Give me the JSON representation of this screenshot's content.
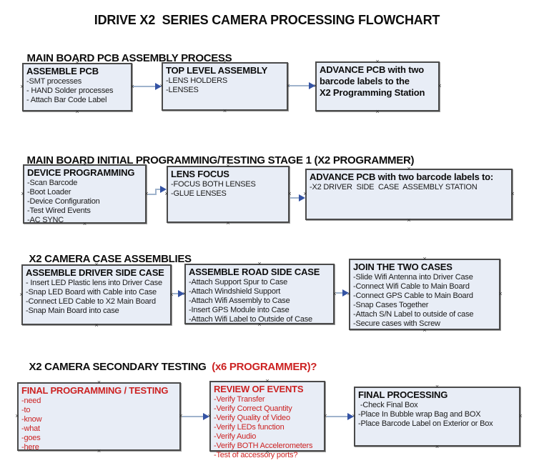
{
  "page_title": "IDRIVE X2  SERIES CAMERA PROCESSING FLOWCHART",
  "colors": {
    "accent_red": "#cc2222",
    "box_fill": "#e8edf6",
    "box_border": "#4a4a4a",
    "arrow_line": "#9fb3cc",
    "arrow_head": "#3453a4"
  },
  "sections": [
    {
      "heading": "MAIN BOARD PCB ASSEMBLY PROCESS",
      "heading_red": "",
      "boxes": [
        {
          "title": "ASSEMBLE PCB",
          "items": [
            "-SMT processes",
            "- HAND Solder processes",
            "- Attach Bar Code Label"
          ]
        },
        {
          "title": "TOP LEVEL ASSEMBLY",
          "items": [
            "-LENS HOLDERS",
            "-LENSES"
          ]
        },
        {
          "title": "ADVANCE PCB with two\nbarcode labels to the\nX2 Programming Station",
          "items": []
        }
      ]
    },
    {
      "heading": "MAIN BOARD INITIAL PROGRAMMING/TESTING STAGE 1 (X2 PROGRAMMER)",
      "heading_red": "",
      "boxes": [
        {
          "title": "DEVICE PROGRAMMING",
          "items": [
            "-Scan Barcode",
            "-Boot Loader",
            "-Device Configuration",
            "-Test Wired Events",
            "-AC SYNC"
          ]
        },
        {
          "title": "LENS FOCUS",
          "items": [
            "-FOCUS BOTH LENSES",
            "-GLUE LENSES"
          ]
        },
        {
          "title": "ADVANCE PCB with two barcode labels to:",
          "items": [
            "-X2 DRIVER  SIDE  CASE  ASSEMBLY STATION"
          ]
        }
      ]
    },
    {
      "heading": "X2 CAMERA CASE ASSEMBLIES",
      "heading_red": "",
      "boxes": [
        {
          "title": "ASSEMBLE DRIVER SIDE CASE",
          "items": [
            "- Insert LED Plastic lens into Driver Case",
            "-Snap LED Board with Cable into Case",
            "-Connect LED Cable to X2 Main Board",
            "-Snap Main Board into case"
          ]
        },
        {
          "title": "ASSEMBLE ROAD SIDE CASE",
          "items": [
            "-Attach Support Spur to Case",
            "-Attach Windshield Support",
            "-Attach Wifi Assembly to Case",
            "-Insert GPS Module into Case",
            "-Attach Wifi Label to Outside of Case"
          ]
        },
        {
          "title": "JOIN THE TWO CASES",
          "items": [
            "-Slide Wifi Antenna into Driver Case",
            "-Connect Wifi Cable to Main Board",
            "-Connect GPS Cable to Main Board",
            "-Snap Cases Together",
            "-Attach S/N Label to outside of case",
            "-Secure cases with Screw"
          ]
        }
      ]
    },
    {
      "heading": "X2 CAMERA SECONDARY TESTING  ",
      "heading_red": "(x6 PROGRAMMER)?",
      "boxes": [
        {
          "title": "FINAL PROGRAMMING / TESTING",
          "items": [
            "-need",
            "-to",
            "-know",
            "-what",
            "-goes",
            "-here"
          ]
        },
        {
          "title": "REVIEW OF EVENTS",
          "items": [
            "-Verify Transfer",
            "-Verify Correct Quantity",
            "-Verify Quality of Video",
            "-Verify LEDs function",
            "-Verify Audio",
            "-Verify BOTH Accelerometers",
            "-Test of accessory ports?"
          ]
        },
        {
          "title": "FINAL PROCESSING",
          "items": [
            " -Check Final Box",
            "-Place In Bubble wrap Bag and BOX",
            "-Place Barcode Label on Exterior or Box"
          ]
        }
      ]
    }
  ]
}
